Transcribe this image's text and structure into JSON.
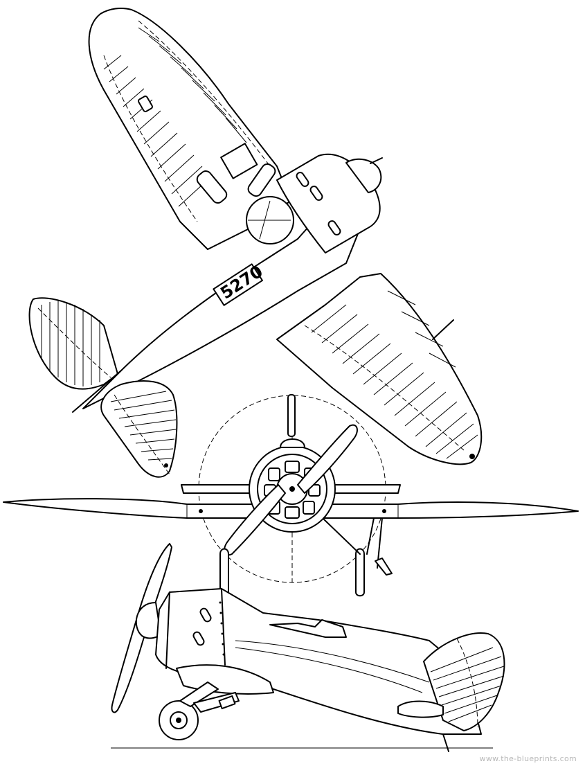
{
  "drawing": {
    "views": [
      "plan-view",
      "front-view",
      "side-view"
    ]
  },
  "plan_view": {
    "registration_marking": "5270"
  },
  "watermark": "www.the-blueprints.com"
}
